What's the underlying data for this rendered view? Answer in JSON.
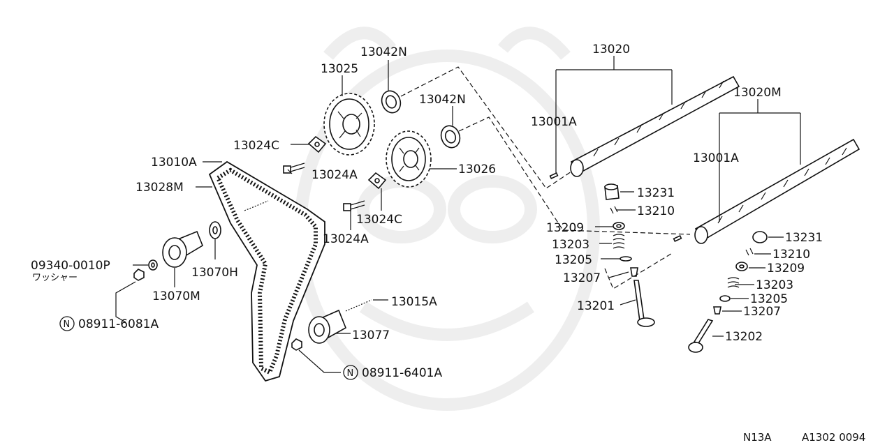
{
  "diagram": {
    "footer_left": "N13A",
    "footer_right": "A1302 0094",
    "circled_mark": "N"
  },
  "labels": {
    "p13042N_a": "13042N",
    "p13025": "13025",
    "p13042N_b": "13042N",
    "p13020": "13020",
    "p13020M": "13020M",
    "p13001A_a": "13001A",
    "p13001A_b": "13001A",
    "p13024C_a": "13024C",
    "p13024A_a": "13024A",
    "p13026": "13026",
    "p13010A": "13010A",
    "p13028M": "13028M",
    "p13024C_b": "13024C",
    "p13024A_b": "13024A",
    "p13231_a": "13231",
    "p13210_a": "13210",
    "p13209_a": "13209",
    "p13203_a": "13203",
    "p13205_a": "13205",
    "p13207_a": "13207",
    "p13201": "13201",
    "p13231_b": "13231",
    "p13210_b": "13210",
    "p13209_b": "13209",
    "p13203_b": "13203",
    "p13205_b": "13205",
    "p13207_b": "13207",
    "p13202": "13202",
    "p09340": "09340-0010P",
    "p09340_sub": "ワッシャー",
    "p13070H": "13070H",
    "p13070M": "13070M",
    "p08911_6081A": "08911-6081A",
    "p13015A": "13015A",
    "p13077": "13077",
    "p08911_6401A": "08911-6401A"
  }
}
